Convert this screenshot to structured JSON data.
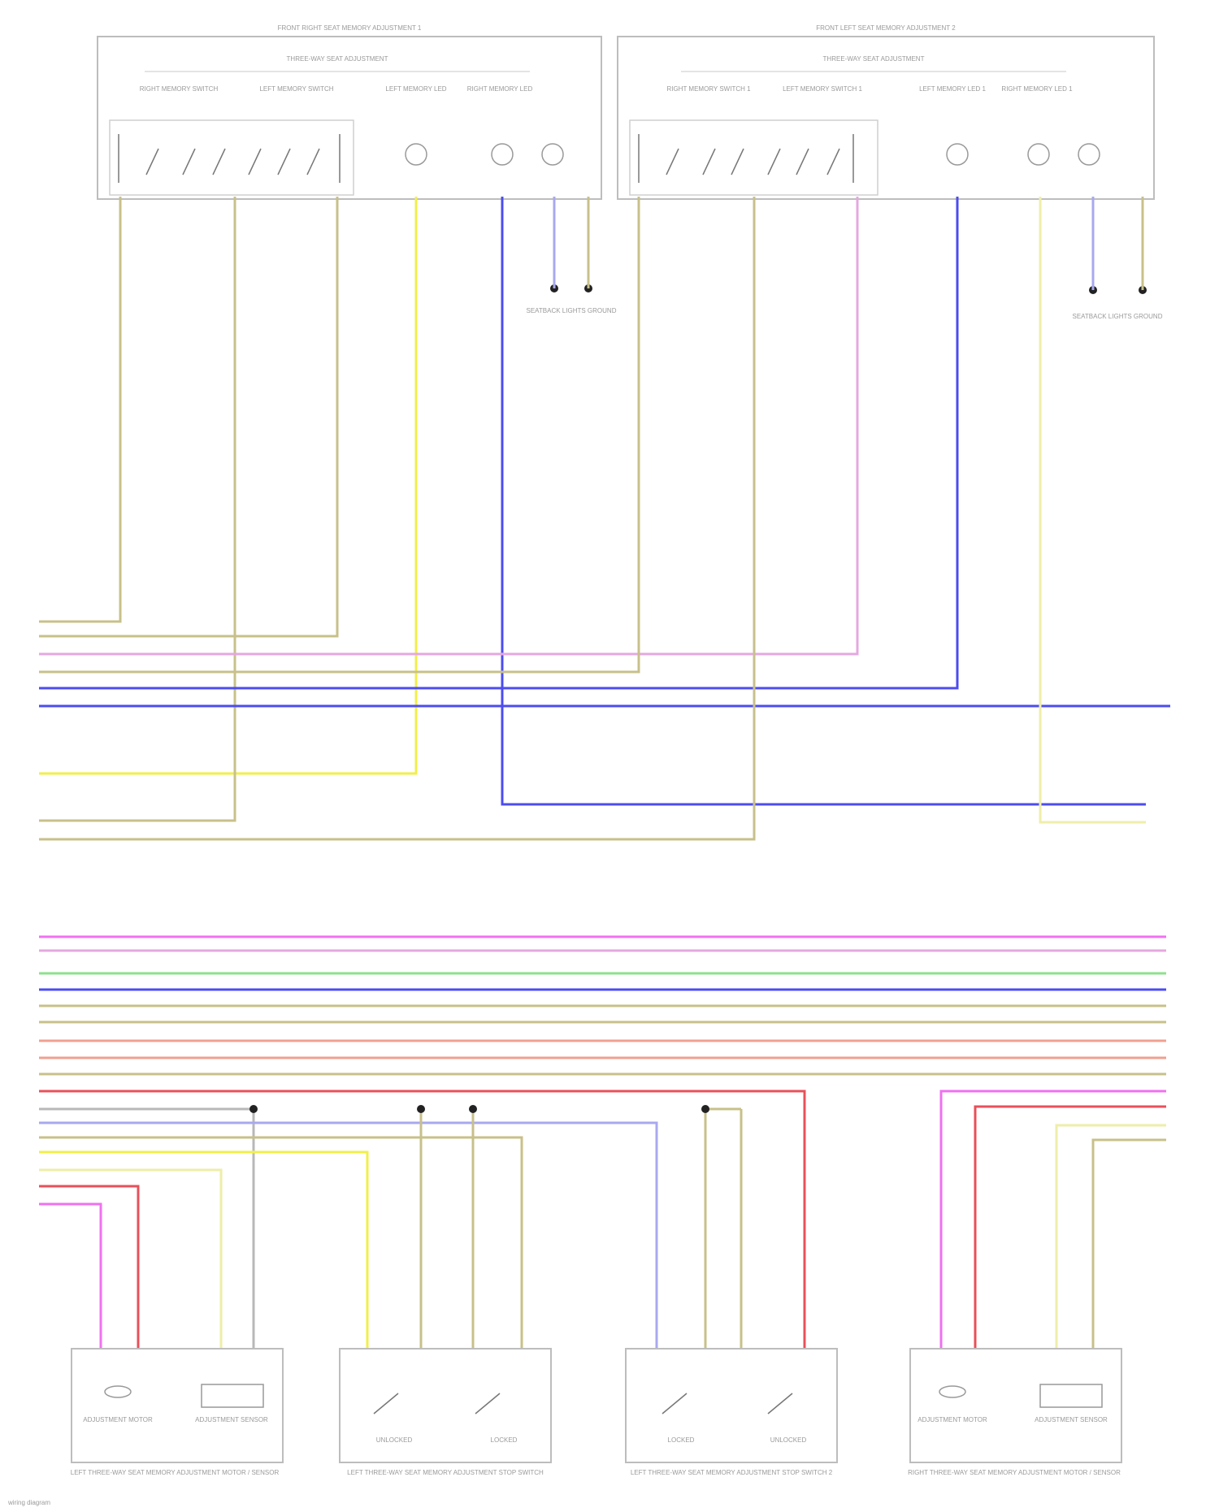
{
  "diagram": {
    "top_left_module": {
      "title": "FRONT RIGHT SEAT MEMORY ADJUSTMENT 1",
      "subtitle": "THREE-WAY SEAT ADJUSTMENT",
      "labels": [
        "RIGHT MEMORY SWITCH",
        "LEFT MEMORY SWITCH",
        "LEFT MEMORY LED",
        "RIGHT MEMORY LED"
      ],
      "connector": "SEATBACK LIGHTS GROUND"
    },
    "top_right_module": {
      "title": "FRONT LEFT SEAT MEMORY ADJUSTMENT 2",
      "subtitle": "THREE-WAY SEAT ADJUSTMENT",
      "labels": [
        "RIGHT MEMORY SWITCH 1",
        "LEFT MEMORY SWITCH 1",
        "LEFT MEMORY LED 1",
        "RIGHT MEMORY LED 1"
      ],
      "connector": "SEATBACK LIGHTS GROUND"
    },
    "bottom_modules": [
      {
        "title": "LEFT THREE-WAY SEAT MEMORY ADJUSTMENT MOTOR / SENSOR",
        "left": "ADJUSTMENT MOTOR",
        "right": "ADJUSTMENT SENSOR"
      },
      {
        "title": "LEFT THREE-WAY SEAT MEMORY ADJUSTMENT STOP SWITCH",
        "left": "UNLOCKED",
        "right": "LOCKED"
      },
      {
        "title": "LEFT THREE-WAY SEAT MEMORY ADJUSTMENT STOP SWITCH 2",
        "left": "LOCKED",
        "right": "UNLOCKED"
      },
      {
        "title": "RIGHT THREE-WAY SEAT MEMORY ADJUSTMENT MOTOR / SENSOR",
        "left": "ADJUSTMENT MOTOR",
        "right": "ADJUSTMENT SENSOR"
      }
    ],
    "footer": "wiring diagram"
  },
  "colors": {
    "tan": "#c8c08a",
    "yellow": "#f2ef4a",
    "blue": "#4c4cf0",
    "light_blue": "#a8a8f0",
    "pink": "#e4a8e0",
    "magenta": "#f070f0",
    "green": "#8ee08e",
    "red": "#e8505a",
    "salmon": "#f0a090",
    "gray": "#b8b8b8",
    "light_yellow": "#eeeeaa"
  }
}
